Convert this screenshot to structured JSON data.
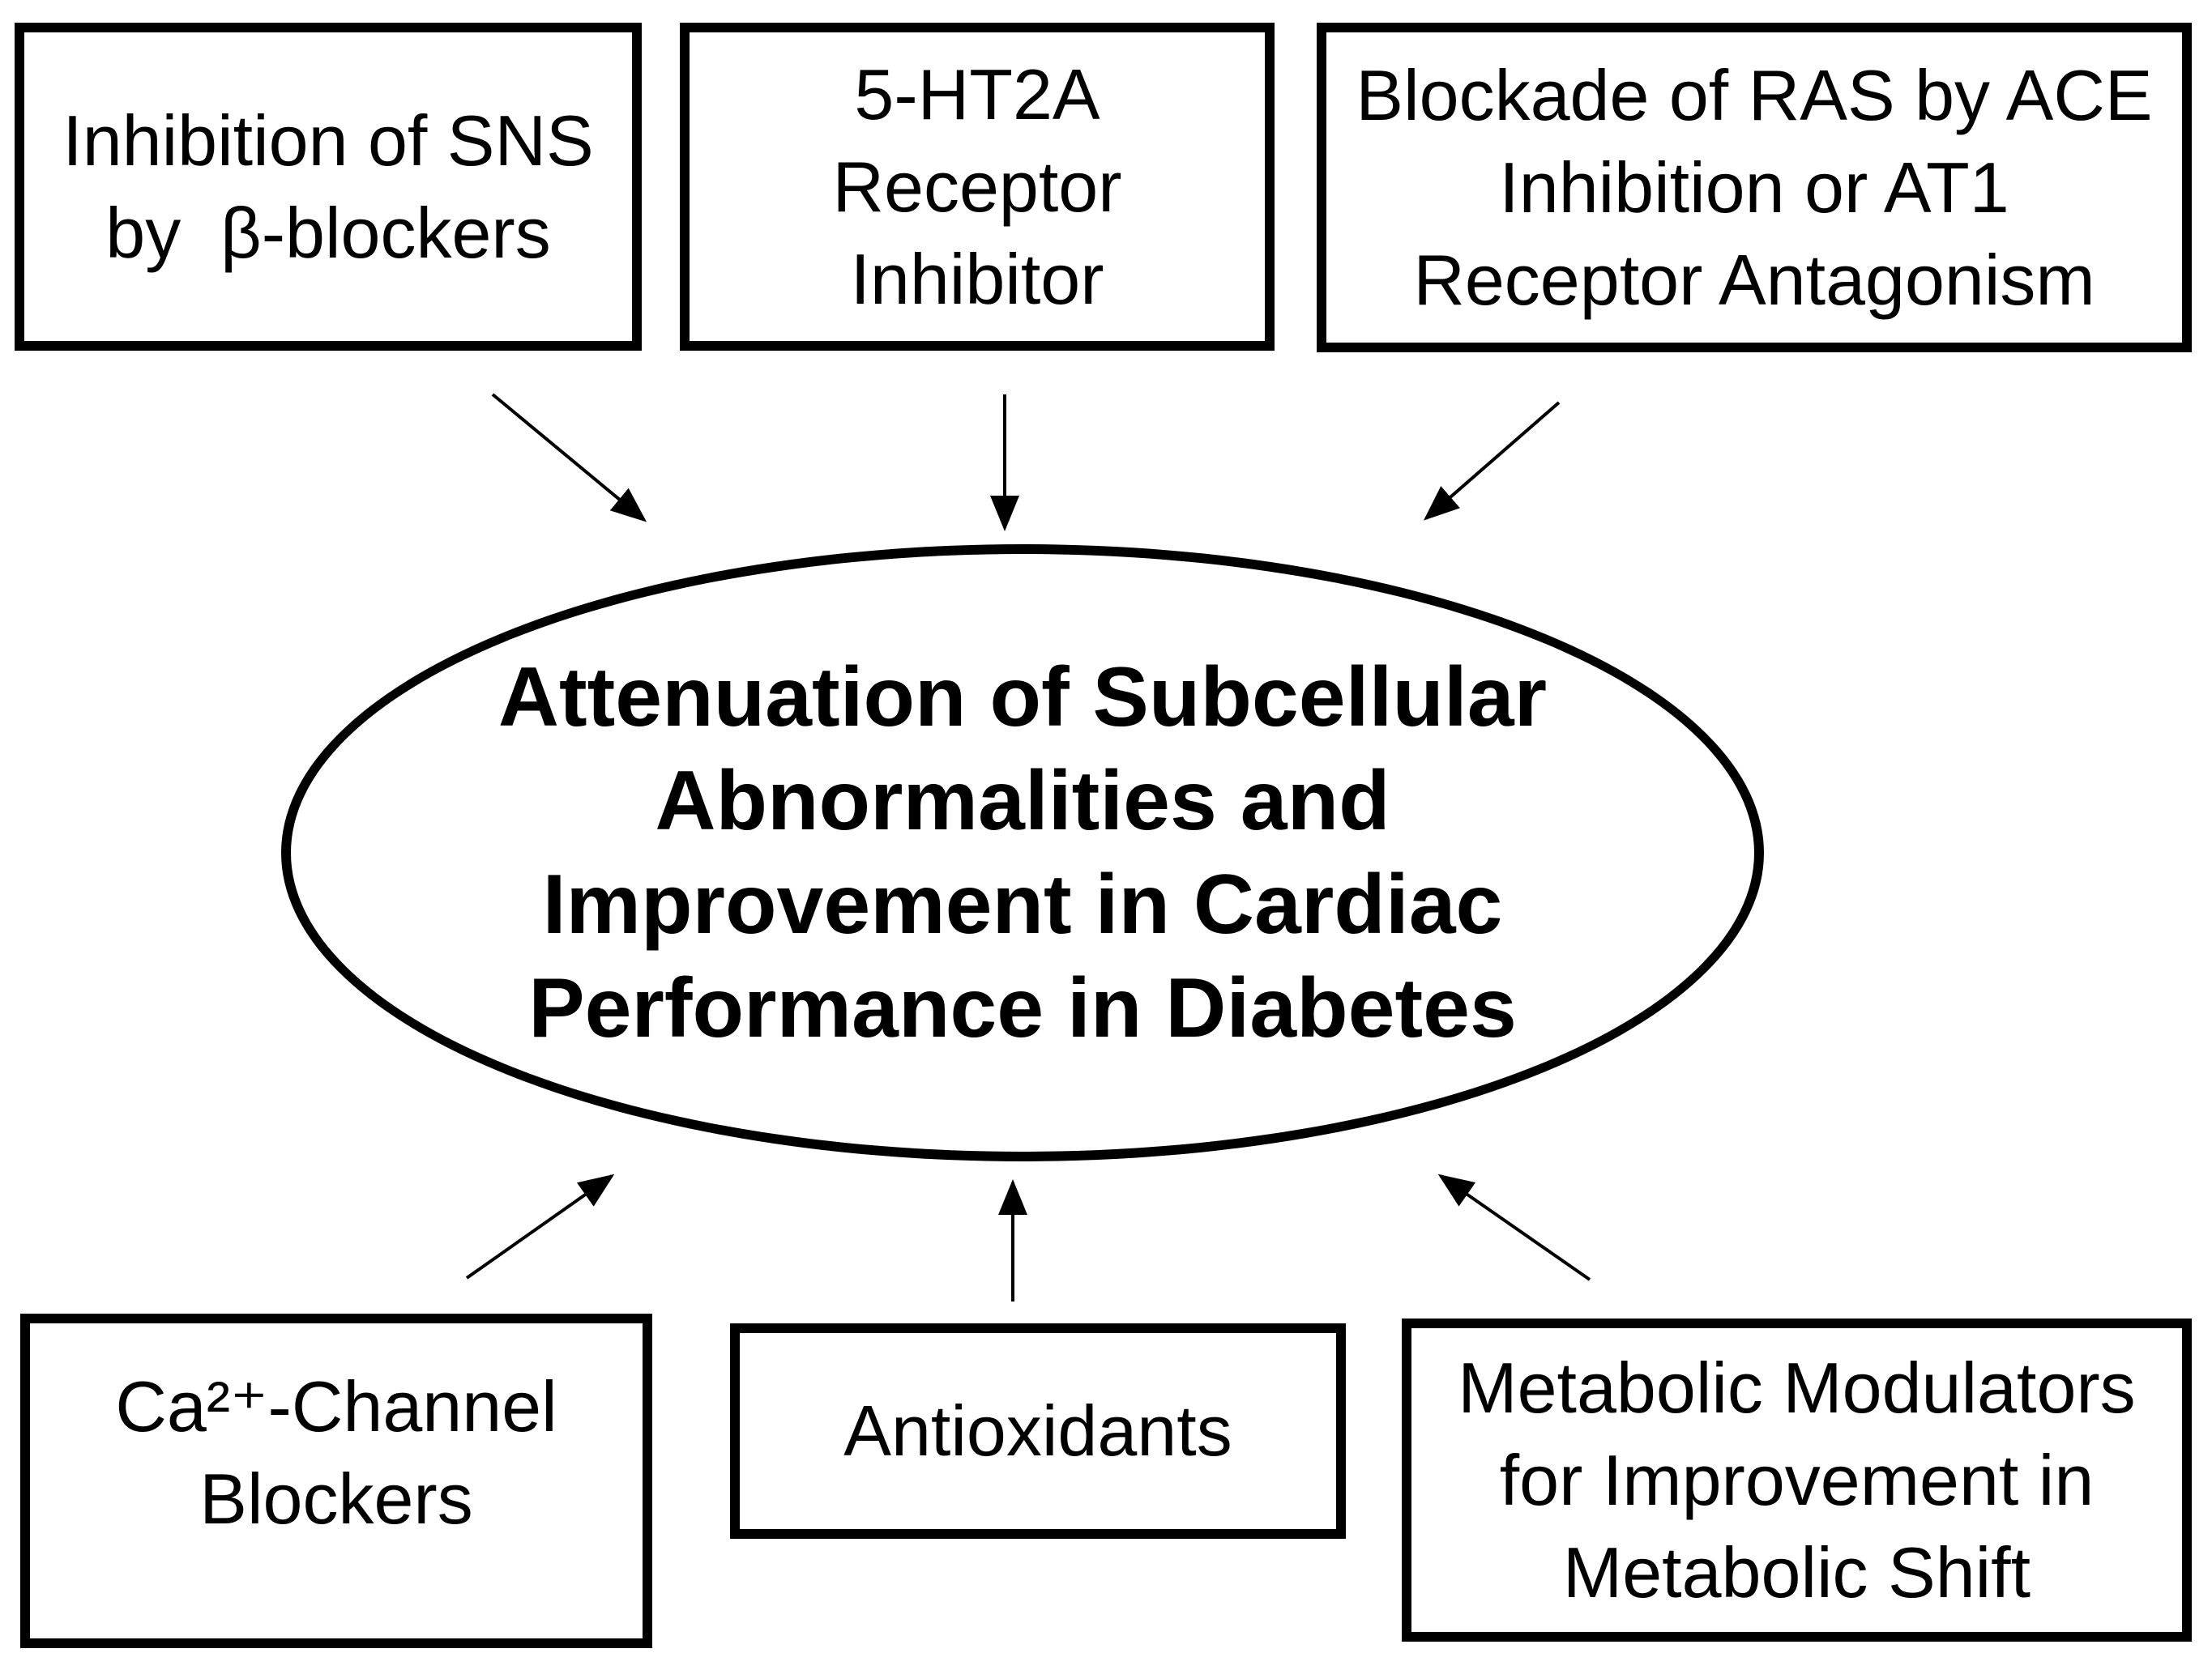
{
  "colors": {
    "background": "#ffffff",
    "stroke": "#000000",
    "text": "#000000"
  },
  "center_ellipse": {
    "lines": [
      "Attenuation of Subcellular",
      "Abnormalities and",
      "Improvement in Cardiac",
      "Performance in Diabetes"
    ]
  },
  "boxes": {
    "top_left": {
      "lines": [
        "Inhibition of SNS",
        "by  β-blockers"
      ]
    },
    "top_middle": {
      "lines": [
        "5-HT2A",
        "Receptor",
        "Inhibitor"
      ]
    },
    "top_right": {
      "lines": [
        "Blockade of RAS by ACE",
        "Inhibition or AT1",
        "Receptor Antagonism"
      ]
    },
    "bottom_left": {
      "lines": [
        "Ca²⁺-Channel",
        "Blockers"
      ]
    },
    "bottom_middle": {
      "lines": [
        "Antioxidants"
      ]
    },
    "bottom_right": {
      "lines": [
        "Metabolic Modulators",
        "for Improvement in",
        "Metabolic Shift"
      ]
    }
  },
  "arrows": [
    {
      "from": "top_left",
      "to": "center_ellipse"
    },
    {
      "from": "top_middle",
      "to": "center_ellipse"
    },
    {
      "from": "top_right",
      "to": "center_ellipse"
    },
    {
      "from": "bottom_left",
      "to": "center_ellipse"
    },
    {
      "from": "bottom_middle",
      "to": "center_ellipse"
    },
    {
      "from": "bottom_right",
      "to": "center_ellipse"
    }
  ]
}
